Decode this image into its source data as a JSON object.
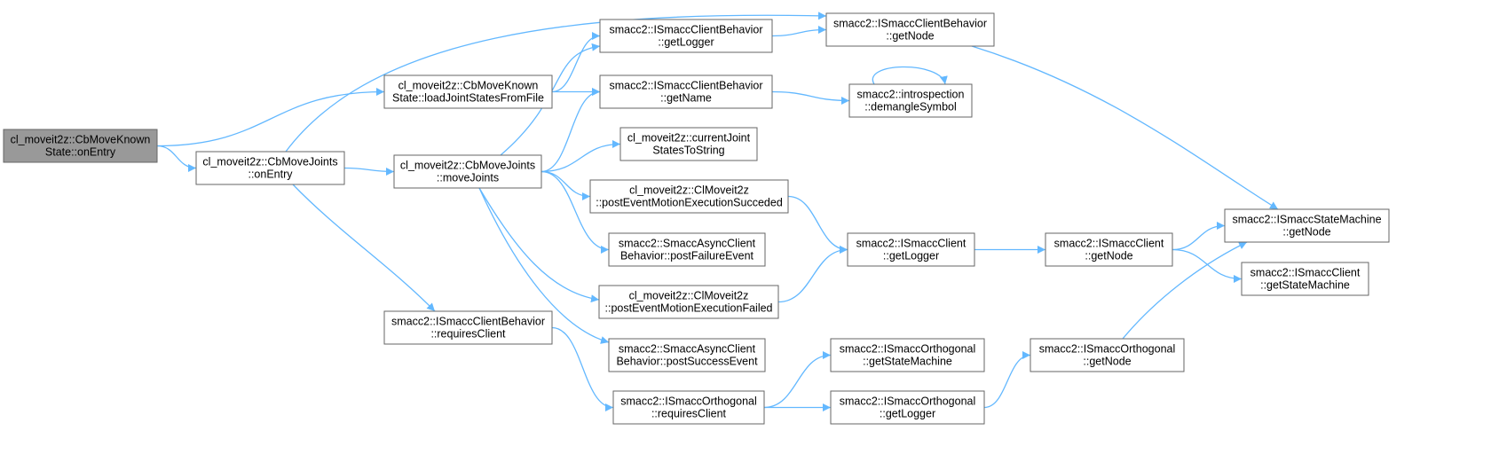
{
  "colors": {
    "edge": "#63b8ff",
    "node_border": "#666666",
    "root_fill": "#999999",
    "node_fill": "#ffffff"
  },
  "nodes": [
    {
      "id": "root",
      "lines": [
        "cl_moveit2z::CbMoveKnown",
        "State::onEntry"
      ],
      "root": true
    },
    {
      "id": "cbmj_onentry",
      "lines": [
        "cl_moveit2z::CbMoveJoints",
        "::onEntry"
      ]
    },
    {
      "id": "load",
      "lines": [
        "cl_moveit2z::CbMoveKnown",
        "State::loadJointStatesFromFile"
      ]
    },
    {
      "id": "movejoints",
      "lines": [
        "cl_moveit2z::CbMoveJoints",
        "::moveJoints"
      ]
    },
    {
      "id": "req_cb",
      "lines": [
        "smacc2::ISmaccClientBehavior",
        "::requiresClient"
      ]
    },
    {
      "id": "cb_logger",
      "lines": [
        "smacc2::ISmaccClientBehavior",
        "::getLogger"
      ]
    },
    {
      "id": "cb_name",
      "lines": [
        "smacc2::ISmaccClientBehavior",
        "::getName"
      ]
    },
    {
      "id": "cur_joint",
      "lines": [
        "cl_moveit2z::currentJoint",
        "StatesToString"
      ]
    },
    {
      "id": "post_succ",
      "lines": [
        "cl_moveit2z::ClMoveit2z",
        "::postEventMotionExecutionSucceded"
      ]
    },
    {
      "id": "post_failure",
      "lines": [
        "smacc2::SmaccAsyncClient",
        "Behavior::postFailureEvent"
      ]
    },
    {
      "id": "post_failed",
      "lines": [
        "cl_moveit2z::ClMoveit2z",
        "::postEventMotionExecutionFailed"
      ]
    },
    {
      "id": "post_success",
      "lines": [
        "smacc2::SmaccAsyncClient",
        "Behavior::postSuccessEvent"
      ]
    },
    {
      "id": "orth_req",
      "lines": [
        "smacc2::ISmaccOrthogonal",
        "::requiresClient"
      ]
    },
    {
      "id": "cb_getnode",
      "lines": [
        "smacc2::ISmaccClientBehavior",
        "::getNode"
      ]
    },
    {
      "id": "demangle",
      "lines": [
        "smacc2::introspection",
        "::demangleSymbol"
      ]
    },
    {
      "id": "client_logger",
      "lines": [
        "smacc2::ISmaccClient",
        "::getLogger"
      ]
    },
    {
      "id": "orth_sm",
      "lines": [
        "smacc2::ISmaccOrthogonal",
        "::getStateMachine"
      ]
    },
    {
      "id": "orth_logger",
      "lines": [
        "smacc2::ISmaccOrthogonal",
        "::getLogger"
      ]
    },
    {
      "id": "client_getnode",
      "lines": [
        "smacc2::ISmaccClient",
        "::getNode"
      ]
    },
    {
      "id": "orth_getnode",
      "lines": [
        "smacc2::ISmaccOrthogonal",
        "::getNode"
      ]
    },
    {
      "id": "sm_getnode",
      "lines": [
        "smacc2::ISmaccStateMachine",
        "::getNode"
      ]
    },
    {
      "id": "client_sm",
      "lines": [
        "smacc2::ISmaccClient",
        "::getStateMachine"
      ]
    }
  ],
  "edges": [
    [
      "root",
      "cbmj_onentry"
    ],
    [
      "root",
      "load"
    ],
    [
      "cbmj_onentry",
      "movejoints"
    ],
    [
      "cbmj_onentry",
      "req_cb"
    ],
    [
      "cbmj_onentry",
      "cb_getnode"
    ],
    [
      "load",
      "cb_logger"
    ],
    [
      "load",
      "cb_name"
    ],
    [
      "movejoints",
      "cb_logger"
    ],
    [
      "movejoints",
      "cb_name"
    ],
    [
      "movejoints",
      "cur_joint"
    ],
    [
      "movejoints",
      "post_succ"
    ],
    [
      "movejoints",
      "post_failure"
    ],
    [
      "movejoints",
      "post_failed"
    ],
    [
      "movejoints",
      "post_success"
    ],
    [
      "req_cb",
      "orth_req"
    ],
    [
      "cb_logger",
      "cb_getnode"
    ],
    [
      "cb_name",
      "demangle"
    ],
    [
      "demangle",
      "demangle"
    ],
    [
      "cb_getnode",
      "sm_getnode"
    ],
    [
      "post_succ",
      "client_logger"
    ],
    [
      "post_failed",
      "client_logger"
    ],
    [
      "client_logger",
      "client_getnode"
    ],
    [
      "client_getnode",
      "sm_getnode"
    ],
    [
      "client_getnode",
      "client_sm"
    ],
    [
      "orth_req",
      "orth_sm"
    ],
    [
      "orth_req",
      "orth_logger"
    ],
    [
      "orth_logger",
      "orth_getnode"
    ],
    [
      "orth_getnode",
      "sm_getnode"
    ]
  ]
}
